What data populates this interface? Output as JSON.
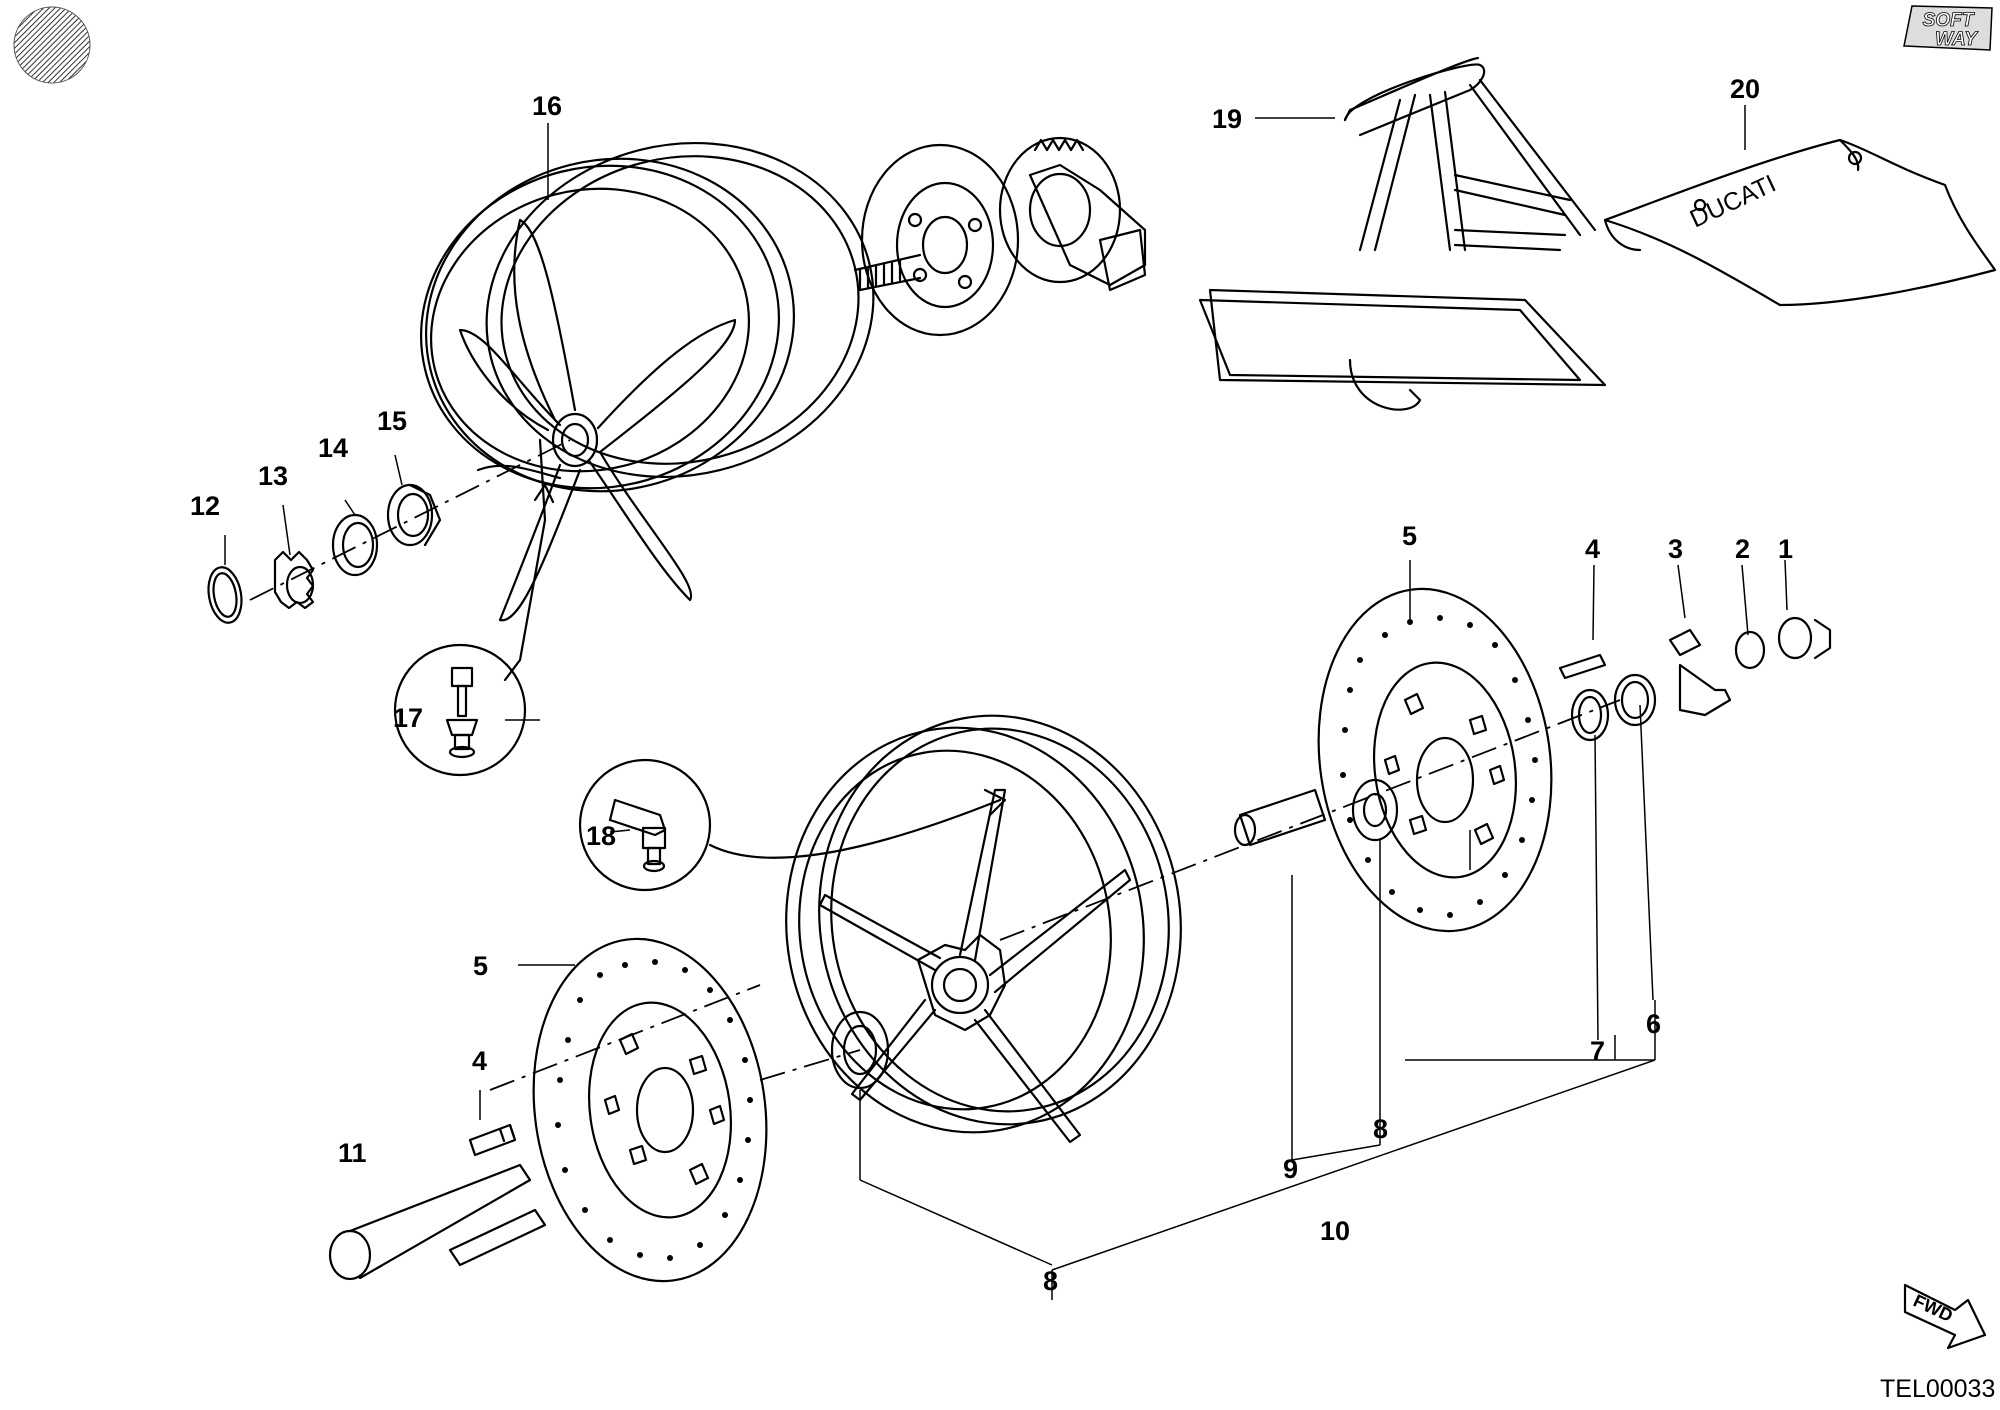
{
  "drawing_code": "TEL00033",
  "brand_logo": "SOFT WAY",
  "tarp_print": "DUCATI",
  "fwd_label": "FWD",
  "corner_mark_icon": "hatched-circle-icon",
  "labels": {
    "p1": "1",
    "p2": "2",
    "p3": "3",
    "p4a": "4",
    "p4b": "4",
    "p5a": "5",
    "p5b": "5",
    "p6": "6",
    "p7": "7",
    "p8a": "8",
    "p8b": "8",
    "p9": "9",
    "p10": "10",
    "p11": "11",
    "p12": "12",
    "p13": "13",
    "p14": "14",
    "p15": "15",
    "p16": "16",
    "p17": "17",
    "p18": "18",
    "p19": "19",
    "p20": "20"
  }
}
